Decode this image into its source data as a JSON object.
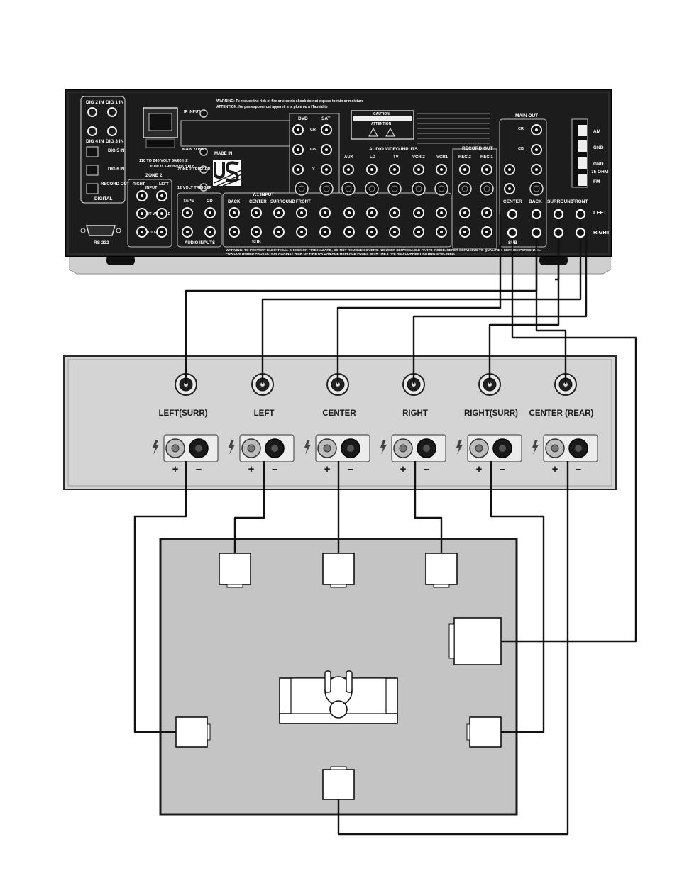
{
  "receiver": {
    "warning_top": "WARNING: To reduce the risk of fire or electric shock do not expose to rain or moisture",
    "attention_top": "ATTENTION: Ne pas exposer cet appareil a la pluie ou a l'humidite",
    "digital_labels": [
      "DIG 2 IN",
      "DIG 1 IN",
      "DIG 4 IN",
      "DIG 3 IN",
      "DIG 5 IN",
      "DIG 6 IN",
      "RECORD OUT",
      "DIGITAL"
    ],
    "power_text": "110 TO 240 VOLT 50/60 HZ",
    "fuse_text": "FUSE 10 AMP 250V SLO BLO",
    "ir_input": "IR INPUT",
    "main_zone": "MAIN ZONE",
    "zone2_trigger": "ZONE 2 TRIGGER",
    "volt12_trigger": "12 VOLT TRIGGER",
    "made_in": "MADE IN",
    "zone2": "ZONE 2",
    "zone2_right": "RIGHT",
    "zone2_input": "INPUT",
    "zone2_left": "LEFT",
    "out_variable": "OUT VARIABLE",
    "out_fixed": "OUT FIXED",
    "rs232": "RS 232",
    "dvd": "DVD",
    "sat": "SAT",
    "cr": "CR",
    "cb": "CB",
    "y": "Y",
    "caution": "CAUTION",
    "attention": "ATTENTION",
    "av_inputs": "AUDIO VIDEO INPUTS",
    "av_sources": [
      "AUX",
      "LD",
      "TV",
      "VCR 2",
      "VCR1"
    ],
    "record_out": "RECORD OUT",
    "rec_sources": [
      "REC 2",
      "REC 1"
    ],
    "main_out": "MAIN OUT",
    "am": "AM",
    "gnd": "GND",
    "ohm75": "75 OHM",
    "fm": "FM",
    "input71": "7.1 INPUT",
    "tape": "TAPE",
    "cd": "CD",
    "audio_inputs": "AUDIO INPUTS",
    "input_labels": [
      "BACK",
      "CENTER",
      "SURROUND",
      "FRONT"
    ],
    "sub": "SUB",
    "out_labels": [
      "CENTER",
      "BACK",
      "SURROUND",
      "FRONT"
    ],
    "left": "LEFT",
    "right": "RIGHT",
    "warning_bottom": "WARNING: TO PREVENT ELECTRICAL SHOCK OR FIRE HAZARD, DO NOT REMOVE COVERS. NO USER SERVICEABLE PARTS INSIDE. REFER SERVICING TO QUALIFIED SERVICE PERSONNEL.",
    "warning_bottom2": "FOR CONTINUED PROTECTION AGAINST RISK OF FIRE OR DAMAGE REPLACE FUSES WITH THE TYPE AND CURRENT RATING SPECIFIED."
  },
  "amplifier": {
    "channels": [
      "LEFT(SURR)",
      "LEFT",
      "CENTER",
      "RIGHT",
      "RIGHT(SURR)",
      "CENTER (REAR)"
    ],
    "plus": "+",
    "minus": "–"
  },
  "colors": {
    "receiver_body": "#1c1c1c",
    "amp_body": "#d4d4d4",
    "room_fill": "#c4c4c4",
    "wire": "#111111"
  }
}
